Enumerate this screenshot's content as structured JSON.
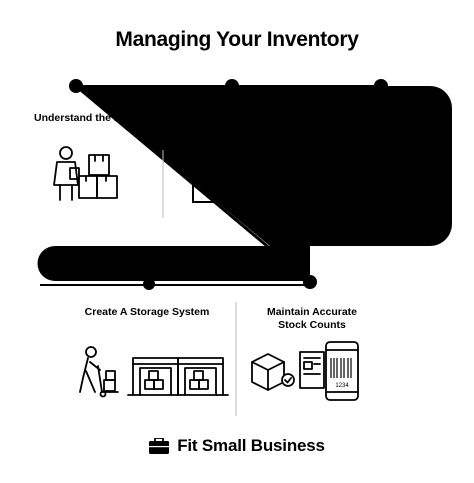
{
  "header": {
    "title": "Managing Your Inventory"
  },
  "steps": [
    {
      "label": "Understand the I"
    },
    {
      "label": "Create A Storage System"
    },
    {
      "label_line1": "Maintain Accurate",
      "label_line2": "Stock Counts"
    }
  ],
  "barcode_number": "1234",
  "footer": {
    "brand": "Fit Small Business",
    "logo_icon": "briefcase-icon"
  }
}
